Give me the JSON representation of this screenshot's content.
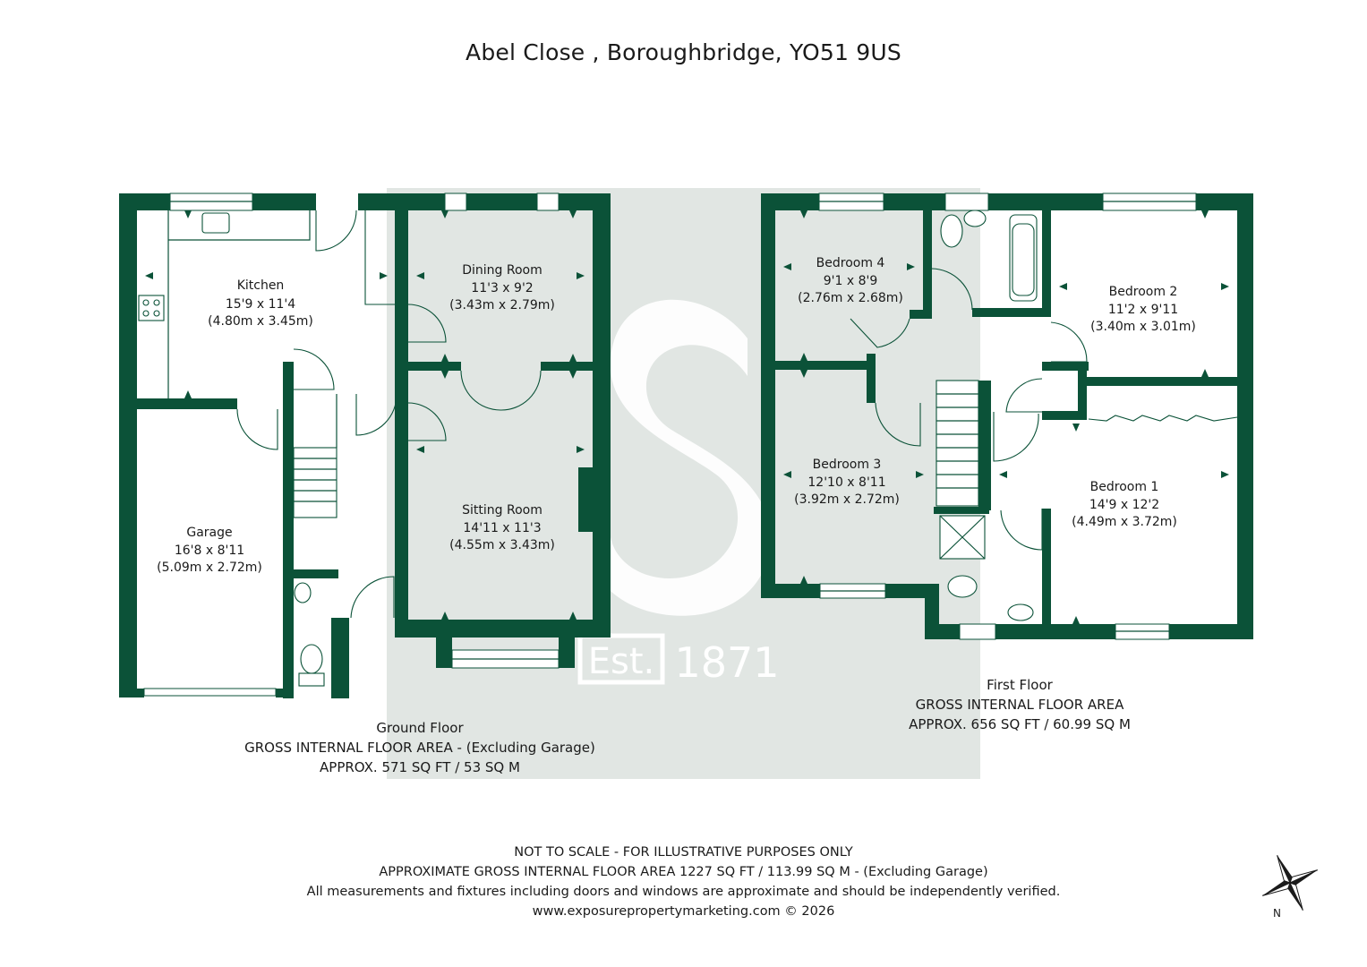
{
  "title": "Abel Close , Boroughbridge, YO51 9US",
  "watermark": {
    "box_text": "Est.",
    "year": "1871"
  },
  "rooms": [
    {
      "key": "kitchen",
      "name": "Kitchen",
      "imperial": "15'9 x 11'4",
      "metric": "(4.80m x 3.45m)"
    },
    {
      "key": "dining",
      "name": "Dining Room",
      "imperial": "11'3 x 9'2",
      "metric": "(3.43m x 2.79m)"
    },
    {
      "key": "sitting",
      "name": "Sitting Room",
      "imperial": "14'11 x 11'3",
      "metric": "(4.55m x 3.43m)"
    },
    {
      "key": "garage",
      "name": "Garage",
      "imperial": "16'8 x 8'11",
      "metric": "(5.09m x 2.72m)"
    },
    {
      "key": "bedroom4",
      "name": "Bedroom 4",
      "imperial": "9'1 x 8'9",
      "metric": "(2.76m x 2.68m)"
    },
    {
      "key": "bedroom2",
      "name": "Bedroom 2",
      "imperial": "11'2 x 9'11",
      "metric": "(3.40m x 3.01m)"
    },
    {
      "key": "bedroom3",
      "name": "Bedroom 3",
      "imperial": "12'10 x 8'11",
      "metric": "(3.92m x 2.72m)"
    },
    {
      "key": "bedroom1",
      "name": "Bedroom 1",
      "imperial": "14'9 x 12'2",
      "metric": "(4.49m x 3.72m)"
    }
  ],
  "ground_floor": {
    "name": "Ground Floor",
    "area_label": "GROSS INTERNAL FLOOR AREA - (Excluding Garage)",
    "area_value": "APPROX. 571 SQ FT / 53 SQ M"
  },
  "first_floor": {
    "name": "First Floor",
    "area_label": "GROSS INTERNAL FLOOR AREA",
    "area_value": "APPROX. 656 SQ FT / 60.99 SQ M"
  },
  "footer": {
    "line1": "NOT TO SCALE - FOR ILLUSTRATIVE PURPOSES ONLY",
    "line2": "APPROXIMATE GROSS INTERNAL FLOOR AREA 1227 SQ FT / 113.99 SQ M - (Excluding Garage)",
    "line3": "All measurements and fixtures including doors and windows are approximate and should be independently verified.",
    "line4": "www.exposurepropertymarketing.com © 2026"
  },
  "compass": {
    "icon": "compass-icon",
    "label": "N"
  },
  "colors": {
    "wall": "#0b5238",
    "watermark_bg": "#e1e6e3",
    "text": "#1a1a1a"
  }
}
